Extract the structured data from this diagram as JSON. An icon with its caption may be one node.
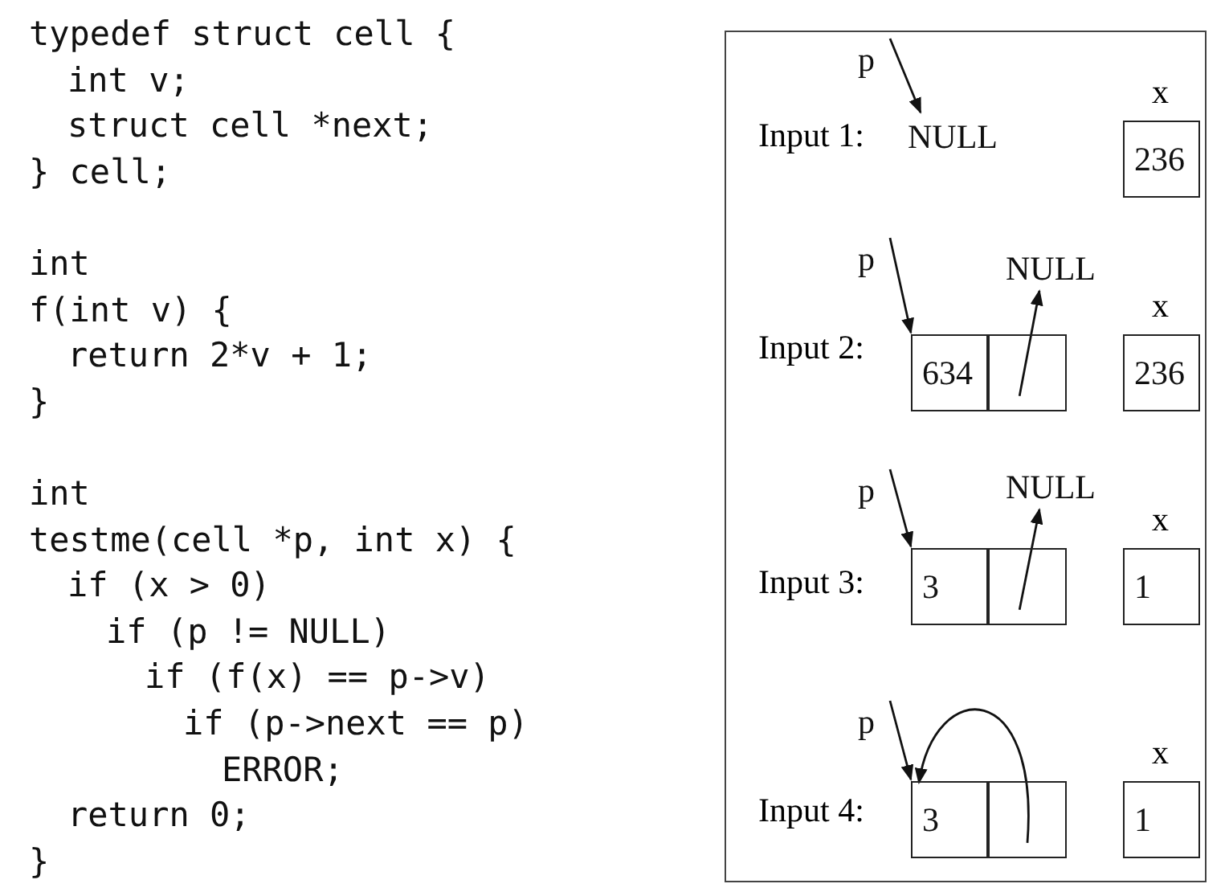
{
  "diagram": {
    "nodes": [
      {
        "text": [],
        "shape": "box"
      },
      {
        "text": [
          "p"
        ],
        "in": 0
      },
      {
        "text": [
          "NULL"
        ],
        "in": 0
      },
      {
        "text": [
          "236"
        ],
        "in": 0,
        "beside": [
          "x"
        ]
      },
      {
        "text": [
          "p"
        ],
        "in": 0
      },
      {
        "text": [
          "634"
        ],
        "in": 0
      },
      {
        "text": [],
        "shape": "box",
        "in": 0
      },
      {
        "text": [
          "NULL"
        ],
        "in": 0
      },
      {
        "text": [
          "236"
        ],
        "in": 0,
        "beside": [
          "x"
        ]
      },
      {
        "text": [
          "p"
        ],
        "in": 0
      },
      {
        "text": [
          "3"
        ],
        "in": 0
      },
      {
        "text": [],
        "shape": "box",
        "in": 0
      },
      {
        "text": [
          "NULL"
        ],
        "in": 0
      },
      {
        "text": [
          "1"
        ],
        "in": 0,
        "beside": [
          "x"
        ]
      },
      {
        "text": [
          "p"
        ],
        "in": 0
      },
      {
        "text": [
          "3"
        ],
        "in": 0
      },
      {
        "text": [],
        "shape": "box",
        "in": 0
      },
      {
        "text": [
          "1"
        ],
        "in": 0,
        "beside": [
          "x"
        ]
      }
    ],
    "edges": [
      {
        "from": 1,
        "to": 2,
        "arrow": "to"
      },
      {
        "from": 4,
        "to": 5,
        "arrow": "to"
      },
      {
        "from": 6,
        "to": 7,
        "arrow": "to"
      },
      {
        "from": 9,
        "to": 10,
        "arrow": "to"
      },
      {
        "from": 11,
        "to": 12,
        "arrow": "to"
      },
      {
        "from": 14,
        "to": 15,
        "arrow": "to"
      },
      {
        "from": 16,
        "to": 15,
        "arrow": "to"
      }
    ],
    "labels": [
      "typedef struct cell {",
      "int v;",
      "struct cell *next;",
      "} cell;",
      "int",
      "f(int v) {",
      "return 2*v + 1;",
      "}",
      "int",
      "testme(cell *p, int x) {",
      "if (x > 0)",
      "if (p != NULL)",
      "if (f(x) == p->v)",
      "if (p->next == p)",
      "ERROR;",
      "return 0;",
      "}",
      "Input 1:",
      "Input 2:",
      "Input 3:",
      "Input 4:"
    ]
  }
}
